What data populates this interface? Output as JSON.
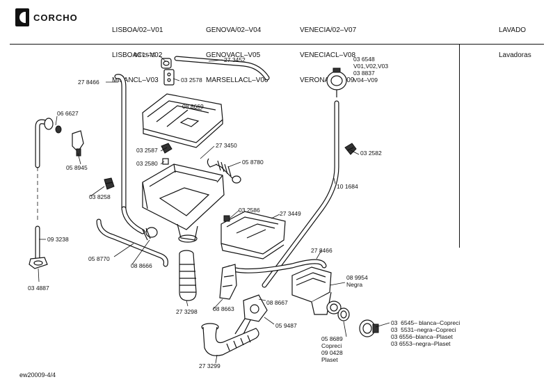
{
  "header": {
    "brand": "CORCHO",
    "models_col1": [
      "LISBOA/02–V01",
      "LISBOACL–V02",
      "MILANCL–V03"
    ],
    "models_col2": [
      "GENOVA/02–V04",
      "GENOVACL–V05",
      "MARSELLACL–V06"
    ],
    "models_col3": [
      "VENECIA/02–V07",
      "VENECIACL–V08",
      "VERONACL–V09"
    ],
    "category": [
      "LAVADO",
      "Lavadoras"
    ]
  },
  "labels": {
    "p032579": "03 2579",
    "p273452": "27 3452",
    "p036548": "03 6548\nV01,V02,V03\n03 8837\nV04–V09",
    "p278466a": "27 8466",
    "p032578": "03 2578",
    "p088669": "08 8669",
    "p066627": "06 6627",
    "p058945": "05 8945",
    "p032587": "03 2587",
    "p273450": "27 3450",
    "p032580": "03 2580",
    "p058780": "05 8780",
    "p032582": "03 2582",
    "p038258": "03 8258",
    "p101684": "10 1684",
    "p032586": "03 2586",
    "p273449": "27 3449",
    "p093238": "09 3238",
    "p278466b": "27 8466",
    "p058770": "05 8770",
    "p088666": "08 8666",
    "p038887": "03 4887",
    "p089954": "08 9954\nNegra",
    "p273298": "27 3298",
    "p088663": "08 8663",
    "p088667": "08 8667",
    "p059487": "05 9487",
    "p058689": "05 8689\nCopreci\n09 0428\nPlaset",
    "p036545": "03  6545– blanca–Copreci\n03  5531–negra–Copreci\n03 6556–blanca–Plaset\n03 6553–negra–Plaset",
    "p273299": "27 3299"
  },
  "footer": {
    "code": "ew20009-4/4"
  }
}
